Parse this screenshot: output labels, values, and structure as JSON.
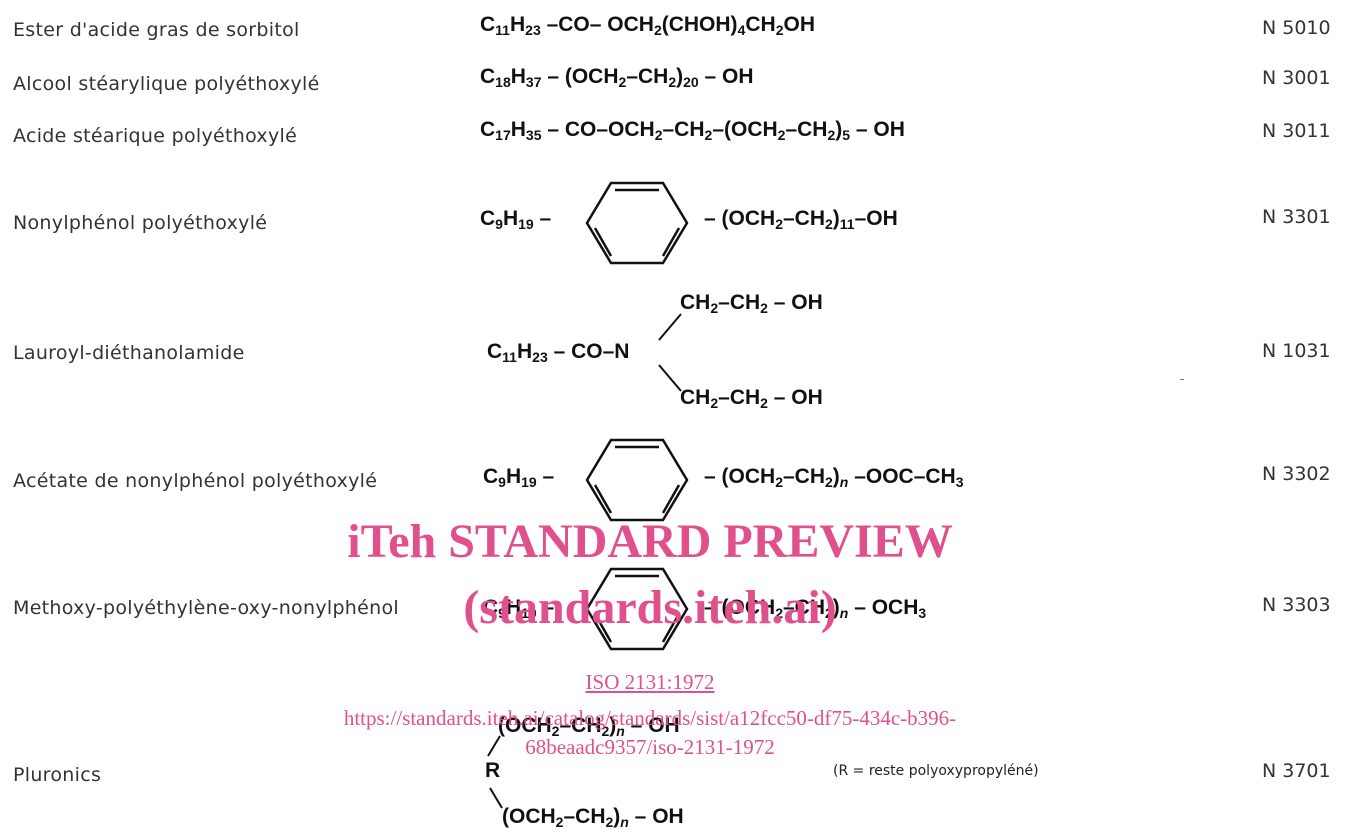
{
  "rows": [
    {
      "name": "Ester d'acide gras de sorbitol",
      "code": "N 5010"
    },
    {
      "name": "Alcool stéarylique polyéthoxylé",
      "code": "N 3001"
    },
    {
      "name": "Acide stéarique polyéthoxylé",
      "code": "N 3011"
    },
    {
      "name": "Nonylphénol polyéthoxylé",
      "code": "N 3301"
    },
    {
      "name": "Lauroyl-diéthanolamide",
      "code": "N 1031"
    },
    {
      "name": "Acétate de nonylphénol polyéthoxylé",
      "code": "N 3302"
    },
    {
      "name": "Methoxy-polyéthylène-oxy-nonylphénol",
      "code": "N 3303"
    },
    {
      "name": "Pluronics",
      "code": "N 3701"
    }
  ],
  "formulas": {
    "f1": {
      "a": "C",
      "b": "11",
      "c": "H",
      "d": "23",
      "e": " –CO– OCH",
      "f": "2",
      "g": "(CHOH)",
      "h": "4",
      "i": "CH",
      "j": "2",
      "k": "OH"
    },
    "f2": {
      "a": "C",
      "b": "18",
      "c": "H",
      "d": "37",
      "e": " – (OCH",
      "f": "2",
      "g": "–CH",
      "h": "2",
      "i": ")",
      "j": "20",
      "k": " – OH"
    },
    "f3": {
      "a": "C",
      "b": "17",
      "c": "H",
      "d": "35",
      "e": " – CO–OCH",
      "f": "2",
      "g": "–CH",
      "h": "2",
      "i": "–(OCH",
      "j": "2",
      "k": "–CH",
      "l": "2",
      "m": ")",
      "n": "5",
      "o": " – OH"
    },
    "f4": {
      "left_a": "C",
      "left_b": "9",
      "left_c": "H",
      "left_d": "19",
      "left_e": " –",
      "right_a": "– (OCH",
      "right_b": "2",
      "right_c": "–CH",
      "right_d": "2",
      "right_e": ")",
      "right_f": "11",
      "right_g": "–OH"
    },
    "f5": {
      "top_a": "CH",
      "top_b": "2",
      "top_c": "–CH",
      "top_d": "2",
      "top_e": " – OH",
      "mid_a": "C",
      "mid_b": "11",
      "mid_c": "H",
      "mid_d": "23",
      "mid_e": " – CO–N",
      "bot_a": "CH",
      "bot_b": "2",
      "bot_c": "–CH",
      "bot_d": "2",
      "bot_e": " – OH"
    },
    "f6": {
      "left_a": "C",
      "left_b": "9",
      "left_c": "H",
      "left_d": "19",
      "left_e": " –",
      "right_a": "– (OCH",
      "right_b": "2",
      "right_c": "–CH",
      "right_d": "2",
      "right_e": ")",
      "right_n": "n",
      "right_f": " –OOC–CH",
      "right_g": "3"
    },
    "f7": {
      "left_a": "C",
      "left_b": "9",
      "left_c": "H",
      "left_d": "19",
      "left_e": " –",
      "right_a": "– (OCH",
      "right_b": "2",
      "right_c": "–CH",
      "right_d": "2",
      "right_e": ")",
      "right_n": "n",
      "right_f": " – OCH",
      "right_g": "3"
    },
    "f8": {
      "top_a": "(OCH",
      "top_b": "2",
      "top_c": "–CH",
      "top_d": "2",
      "top_e": ")",
      "top_n": "n",
      "top_f": " – OH",
      "mid": "R",
      "bot_a": "(OCH",
      "bot_b": "2",
      "bot_c": "–CH",
      "bot_d": "2",
      "bot_e": ")",
      "bot_n": "n",
      "bot_f": " – OH",
      "note": "(R = reste polyoxypropyléné)"
    }
  },
  "watermark": {
    "title": "iTeh STANDARD PREVIEW",
    "subtitle": "(standards.iteh.ai)",
    "iso": "ISO 2131:1972",
    "url1": "https://standards.iteh.ai/catalog/standards/sist/a12fcc50-df75-434c-b396-",
    "url2": "68beaadc9357/iso-2131-1972",
    "color": "#e0508c"
  }
}
